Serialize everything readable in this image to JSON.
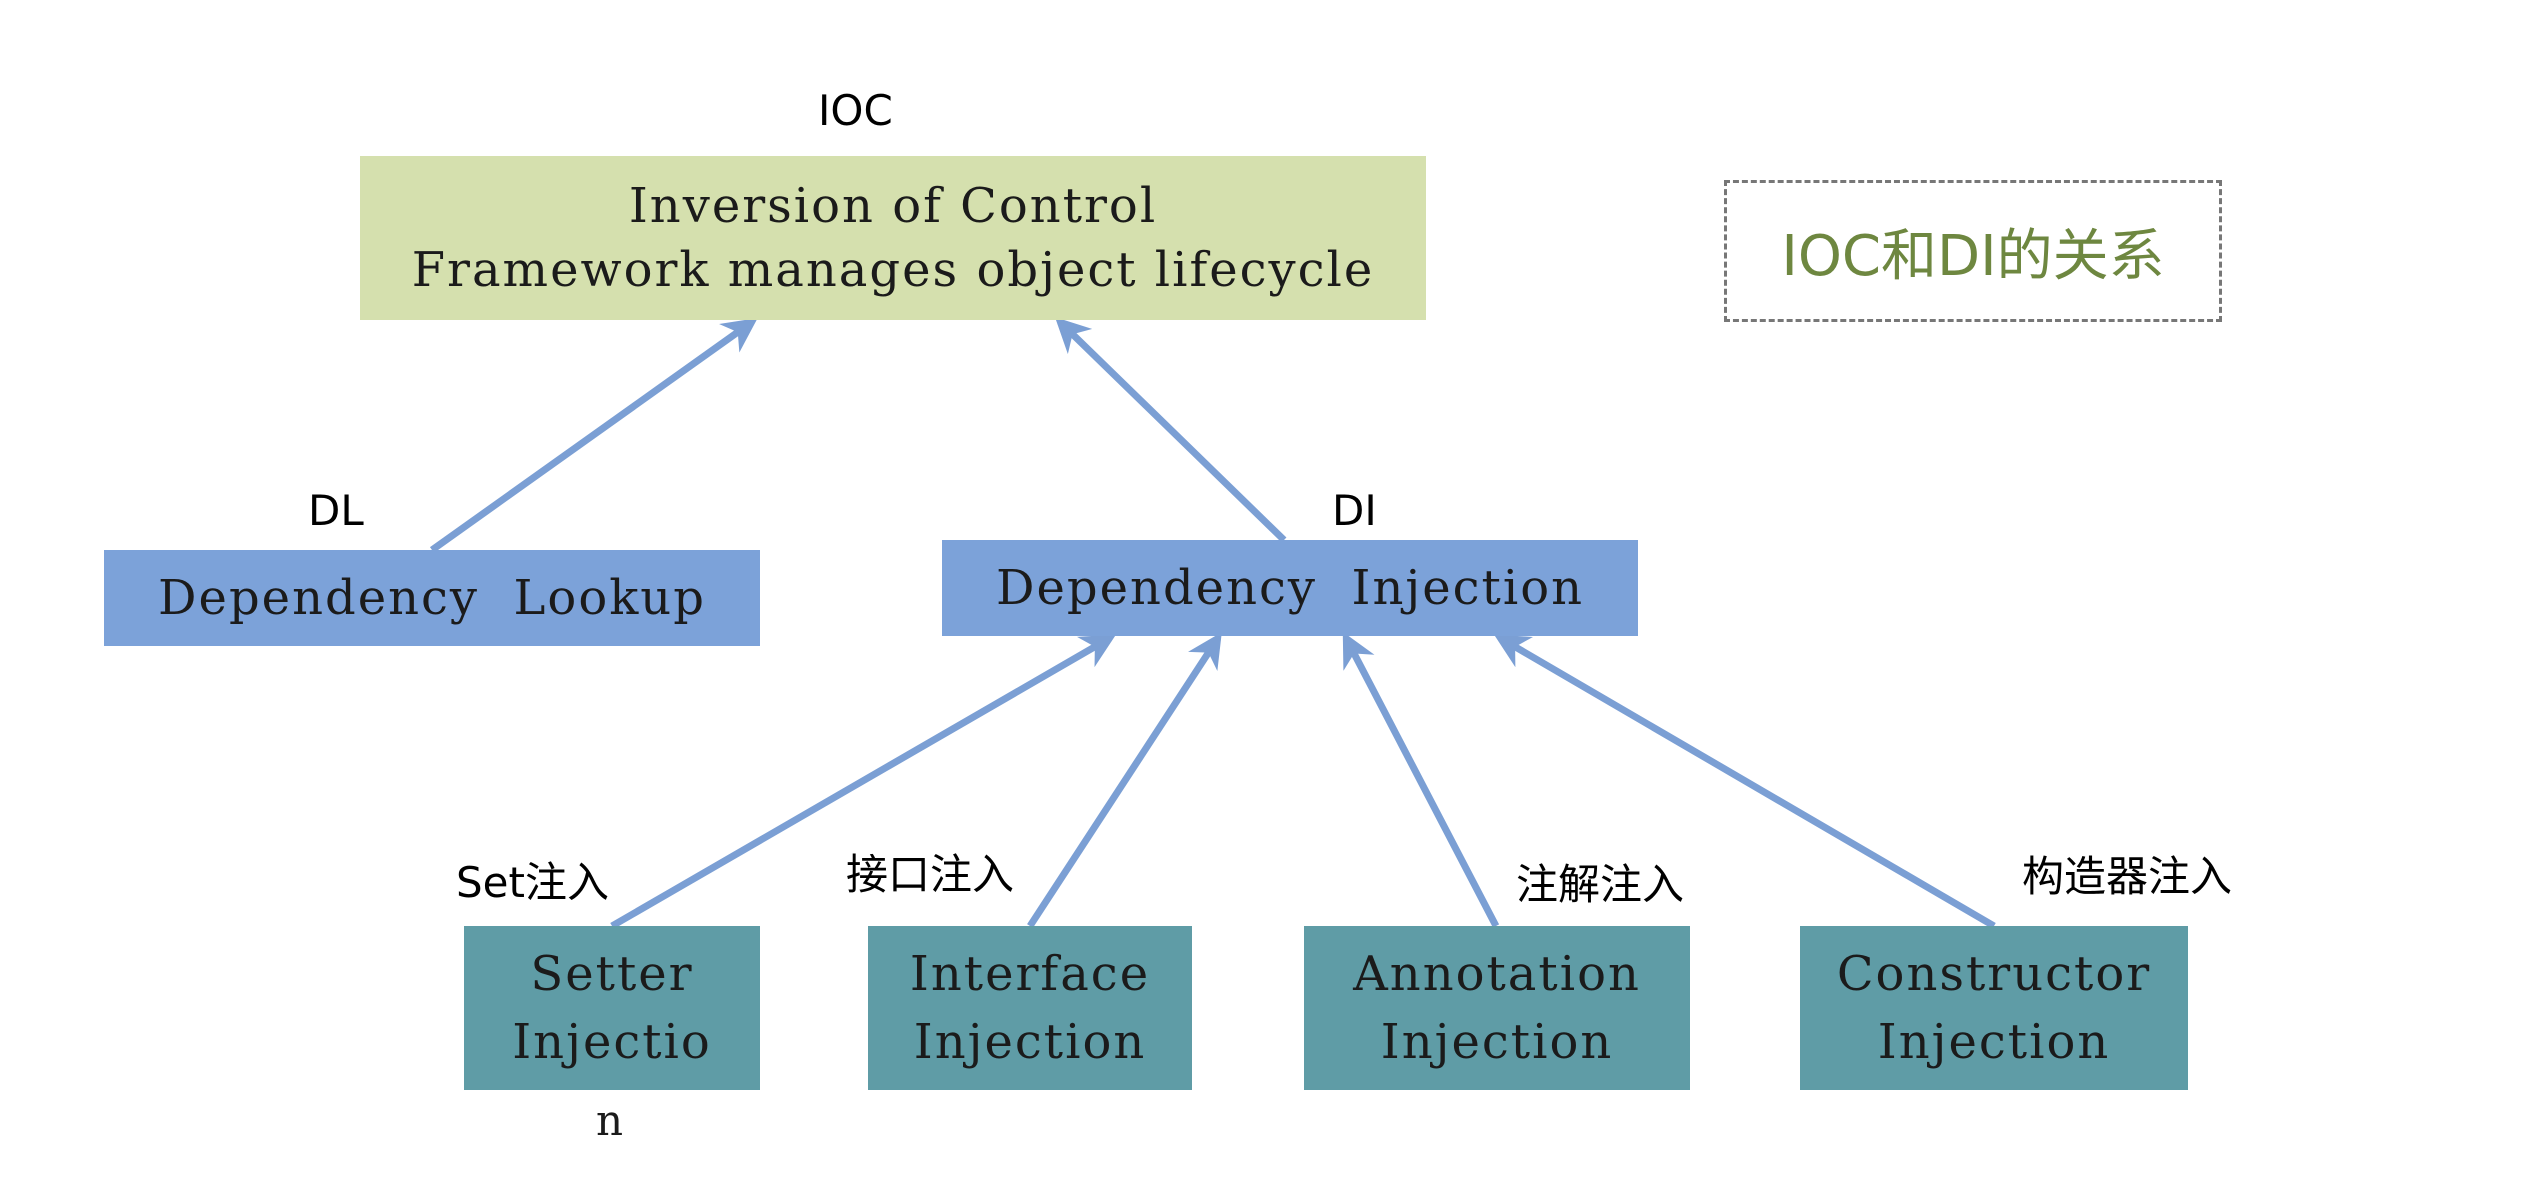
{
  "title_box": {
    "text": "IOC和DI的关系"
  },
  "ioc": {
    "tag": "IOC",
    "line1": "Inversion of Control",
    "line2": "Framework manages object lifecycle"
  },
  "dl": {
    "tag": "DL",
    "text": "Dependency  Lookup"
  },
  "di": {
    "tag": "DI",
    "text": "Dependency  Injection"
  },
  "leaves": [
    {
      "tag": "Set注入",
      "line1": "Setter",
      "line2": "Injectio",
      "overflow": "n"
    },
    {
      "tag": "接口注入",
      "line1": "Interface",
      "line2": "Injection"
    },
    {
      "tag": "注解注入",
      "line1": "Annotation",
      "line2": "Injection"
    },
    {
      "tag": "构造器注入",
      "line1": "Constructor",
      "line2": "Injection"
    }
  ],
  "colors": {
    "ioc_fill": "#d5e0ae",
    "mid_fill": "#7ca2d9",
    "leaf_fill": "#5f9ca6",
    "arrow": "#7b9fd4",
    "title_text": "#6e8740"
  }
}
